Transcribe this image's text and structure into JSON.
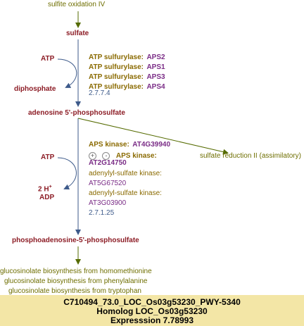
{
  "diagram": {
    "top_pathway": "sulfite oxidation IV",
    "metabolites": {
      "sulfate": "sulfate",
      "aps": "adenosine 5'-phosphosulfate",
      "paps": "phosphoadenosine-5'-phosphosulfate"
    },
    "step1": {
      "cofactor_in": "ATP",
      "cofactor_out": "diphosphate",
      "enzymes": [
        {
          "name": "ATP sulfurylase:",
          "gene": "APS2"
        },
        {
          "name": "ATP sulfurylase:",
          "gene": "APS1"
        },
        {
          "name": "ATP sulfurylase:",
          "gene": "APS3"
        },
        {
          "name": "ATP sulfurylase:",
          "gene": "APS4"
        }
      ],
      "ec": "2.7.7.4"
    },
    "step2": {
      "cofactor_in": "ATP",
      "cofactor_out_base": "2 H",
      "cofactor_out_sup": "+",
      "cofactor_out_2": "ADP",
      "enzyme1": {
        "name": "APS kinase:",
        "gene": "AT4G39940"
      },
      "expand_plus": "+",
      "expand_minus": "-",
      "enzyme2": {
        "name": "APS kinase:",
        "gene": "AT2G14750"
      },
      "enzyme3": {
        "name": "adenylyl-sulfate kinase:",
        "gene": "AT5G67520"
      },
      "enzyme4": {
        "name": "adenylyl-sulfate kinase:",
        "gene": "AT3G03900"
      },
      "ec": "2.7.1.25"
    },
    "side_pathway": "sulfate reduction II (assimilatory)",
    "bottom_pathways": [
      "glucosinolate biosynthesis from homomethionine",
      "glucosinolate biosynthesis from phenylalanine",
      "glucosinolate biosynthesis from tryptophan"
    ]
  },
  "info": {
    "line1": "C710494_73.0_LOC_Os03g53230_PWY-5340",
    "line2": "Homolog LOC_Os03g53230",
    "line3": "Expresssion 7.78993"
  },
  "colors": {
    "main_arrow": "#3d5a8a",
    "pathway_arrow": "#556b00",
    "metabolite": "#8c1c25",
    "info_bg": "#f3e6a6"
  }
}
